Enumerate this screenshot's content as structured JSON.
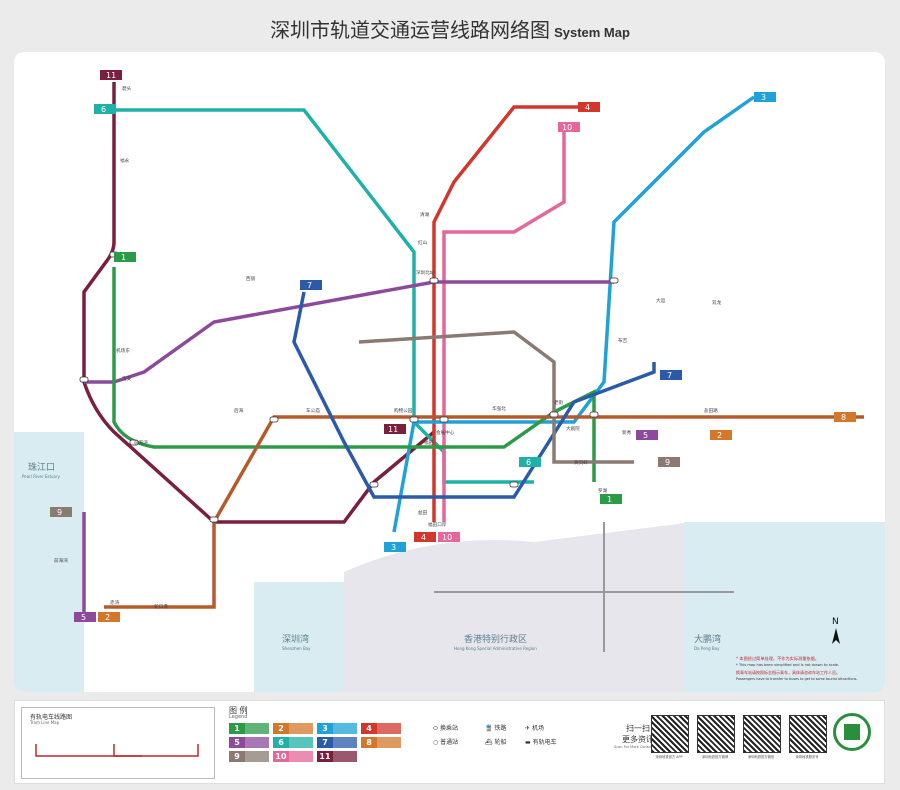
{
  "title": "深圳市轨道交通运营线路网络图",
  "title_en": "System Map",
  "colors": {
    "l1": "#2b9b47",
    "l2": "#d3782b",
    "l3": "#1ea2d8",
    "l4": "#d2372b",
    "l5": "#8d4a9d",
    "l6": "#1fb1a8",
    "l7": "#2a5aa8",
    "l8": "#d3782b",
    "l9": "#8a7a72",
    "l10": "#e4669a",
    "l11": "#7a1f3d",
    "sea": "#d9ecf1",
    "hk": "#e8e8ee"
  },
  "seas": [
    {
      "name": "珠江口",
      "en": "Pearl River Estuary"
    },
    {
      "name": "深圳湾",
      "en": "Shenzhen Bay"
    },
    {
      "name": "大鹏湾",
      "en": "Da Peng Bay"
    },
    {
      "name": "香港特别行政区",
      "en": "Hong Kong Special Administrative Region"
    }
  ],
  "stations": [
    {
      "zh": "碧头"
    },
    {
      "zh": "福永"
    },
    {
      "zh": "宝安"
    },
    {
      "zh": "前海湾"
    },
    {
      "zh": "后海"
    },
    {
      "zh": "车公庙"
    },
    {
      "zh": "福田"
    },
    {
      "zh": "会展中心"
    },
    {
      "zh": "购物公园"
    },
    {
      "zh": "华强北"
    },
    {
      "zh": "老街"
    },
    {
      "zh": "罗湖"
    },
    {
      "zh": "大剧院"
    },
    {
      "zh": "深圳北站"
    },
    {
      "zh": "红山"
    },
    {
      "zh": "清湖"
    },
    {
      "zh": "双龙"
    },
    {
      "zh": "益田"
    },
    {
      "zh": "福田口岸"
    },
    {
      "zh": "赤湾"
    },
    {
      "zh": "机场东"
    },
    {
      "zh": "西丽"
    },
    {
      "zh": "布吉"
    },
    {
      "zh": "黄贝岭"
    },
    {
      "zh": "蛇口港"
    },
    {
      "zh": "大运"
    },
    {
      "zh": "新秀"
    },
    {
      "zh": "盐田路"
    },
    {
      "zh": "前海湾"
    }
  ],
  "line_tags": [
    {
      "n": "1",
      "c": "#2b9b47"
    },
    {
      "n": "2",
      "c": "#d3782b"
    },
    {
      "n": "3",
      "c": "#1ea2d8"
    },
    {
      "n": "4",
      "c": "#d2372b"
    },
    {
      "n": "5",
      "c": "#8d4a9d"
    },
    {
      "n": "6",
      "c": "#1fb1a8"
    },
    {
      "n": "7",
      "c": "#2a5aa8"
    },
    {
      "n": "8",
      "c": "#d3782b"
    },
    {
      "n": "9",
      "c": "#8a7a72"
    },
    {
      "n": "10",
      "c": "#e4669a"
    },
    {
      "n": "11",
      "c": "#7a1f3d"
    }
  ],
  "legend": {
    "tram_title": "有轨电车线路图",
    "tram_en": "Tram Line Map",
    "title": "图 例",
    "title_en": "Legend",
    "interchange": "换乘站",
    "normal": "普通站",
    "railway": "铁路",
    "airport": "机场",
    "ferry": "轮船",
    "tram": "有轨电车",
    "scan1": "扫一扫",
    "scan2": "更多资讯",
    "scan3": "Scan For More Consultation",
    "qr_caps": [
      "深圳地铁官方 APP",
      "深圳地铁官方微博",
      "深圳地铁官方微信",
      "深圳地铁服务号"
    ],
    "north": "N",
    "note1": "* 本图经过简单处理，不作为实际测量依据。",
    "note2": "* This map has been simplified and is not drawn to scale.",
    "note3": "换乘车站请按照标志指示乘车，具体请咨询车站工作人员。",
    "note4": "Passengers have to transfer to buses to get to some tourist attractions."
  }
}
